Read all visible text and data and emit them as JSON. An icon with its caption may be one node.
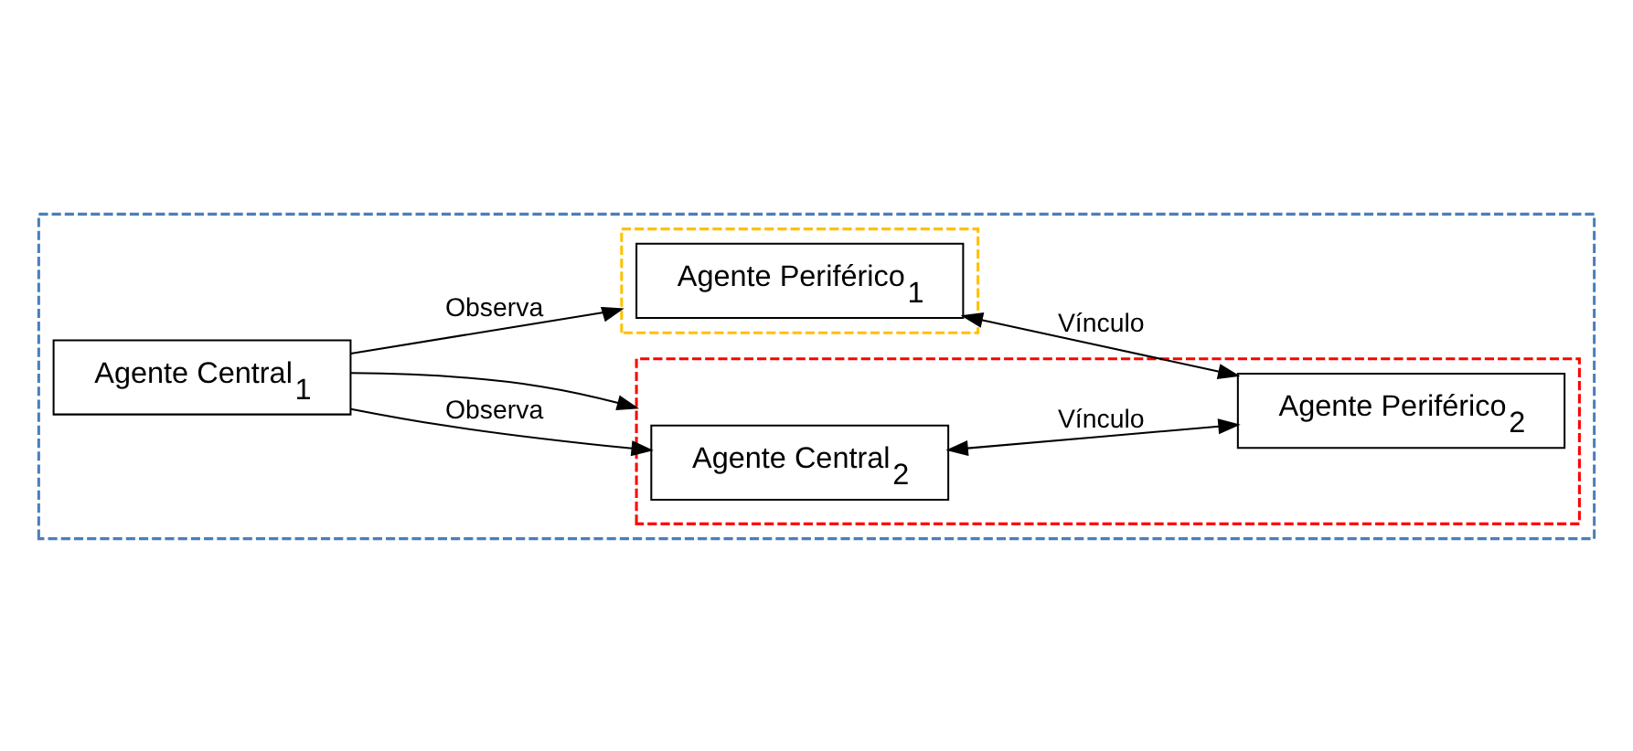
{
  "diagram": {
    "nodes": [
      {
        "text": [],
        "shape": "box"
      },
      {
        "text": [
          "Agente Central$_{1}$"
        ],
        "in": 0
      },
      {
        "text": [],
        "shape": "box",
        "in": 0
      },
      {
        "text": [
          "Agente Central$_{2}$"
        ],
        "in": 2
      },
      {
        "text": [],
        "shape": "box",
        "in": 0
      },
      {
        "text": [
          "Agente Periférico$_{1}$"
        ],
        "in": 4
      },
      {
        "text": [
          "Agente Periférico$_{2}$"
        ],
        "in": 2
      }
    ],
    "edges": [
      {
        "from": 1,
        "to": 3,
        "arrow": "to",
        "label": "Observa"
      },
      {
        "from": 1,
        "to": 2,
        "arrow": "to"
      },
      {
        "from": 1,
        "to": 4,
        "arrow": "to",
        "label": "Observa"
      },
      {
        "from": 3,
        "to": 6,
        "arrow": "both",
        "label": "Vínculo"
      },
      {
        "from": 5,
        "to": 6,
        "arrow": "both",
        "label": "Vínculo"
      }
    ]
  }
}
